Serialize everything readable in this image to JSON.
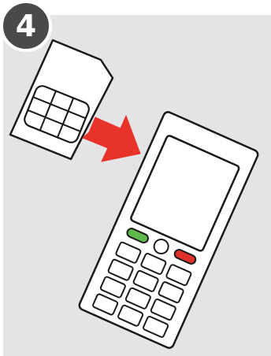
{
  "step": {
    "number": "4"
  },
  "colors": {
    "panel_background": "#e4e4e6",
    "badge_background": "#4a4a4c",
    "arrow": "#e8332b",
    "call_button": "#5fb94a",
    "end_button": "#e0302a",
    "outline": "#1a1a1a"
  },
  "illustration": {
    "sim_card": "sim-card",
    "arrow_direction": "down-right",
    "phone": "keypad-mobile-phone",
    "keypad_rows": 4,
    "keypad_columns": 3
  }
}
